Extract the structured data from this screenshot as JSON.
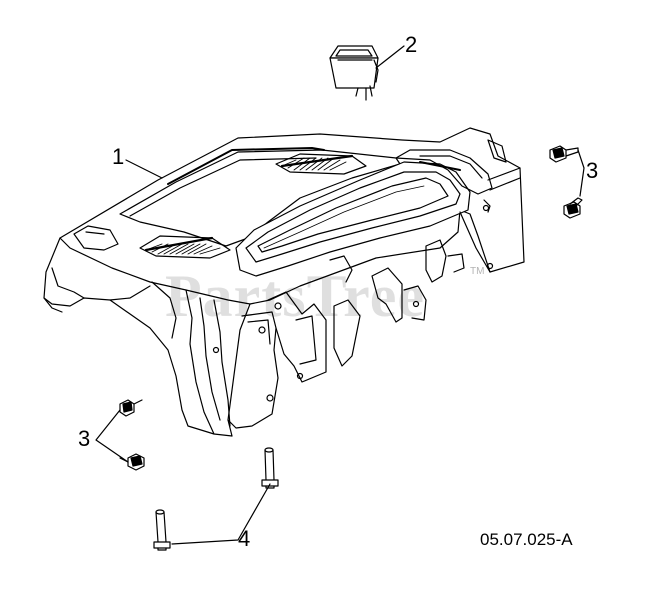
{
  "callouts": {
    "item1": "1",
    "item2": "2",
    "item3_right": "3",
    "item3_left": "3",
    "item4": "4"
  },
  "reference_code": "05.07.025-A",
  "watermark": {
    "text": "PartsTree",
    "tm": "TM"
  },
  "colors": {
    "line": "#000000",
    "background": "#ffffff",
    "watermark": "#d8d8d8"
  }
}
